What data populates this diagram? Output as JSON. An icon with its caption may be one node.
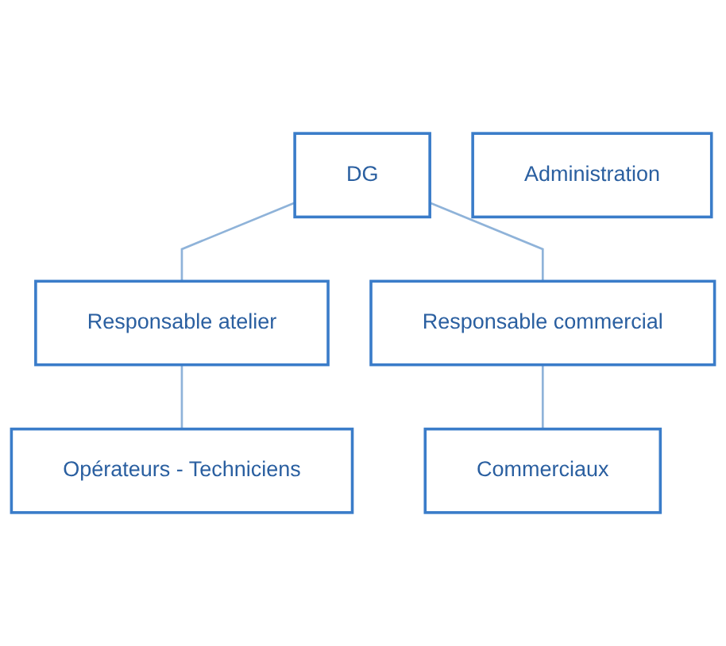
{
  "diagram": {
    "nodes": [
      {
        "text": [
          "DG"
        ]
      },
      {
        "text": [
          "Administration"
        ]
      },
      {
        "text": [
          "Responsable atelier"
        ]
      },
      {
        "text": [
          "Responsable commercial"
        ]
      },
      {
        "text": [
          "Opérateurs - Techniciens"
        ]
      },
      {
        "text": [
          "Commerciaux"
        ]
      }
    ],
    "edges": [
      {
        "from": 0,
        "to": 2,
        "arrow": "none"
      },
      {
        "from": 0,
        "to": 3,
        "arrow": "none"
      },
      {
        "from": 2,
        "to": 4,
        "arrow": "none"
      },
      {
        "from": 3,
        "to": 5,
        "arrow": "none"
      }
    ]
  }
}
